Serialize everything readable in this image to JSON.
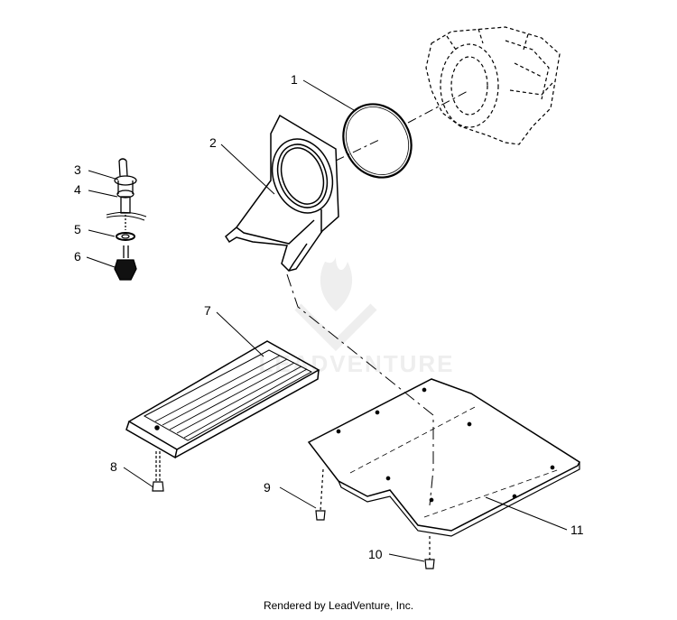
{
  "callouts": [
    "1",
    "2",
    "3",
    "4",
    "5",
    "6",
    "7",
    "8",
    "9",
    "10",
    "11"
  ],
  "watermark": "LEADVENTURE",
  "footer": "Rendered by LeadVenture, Inc."
}
